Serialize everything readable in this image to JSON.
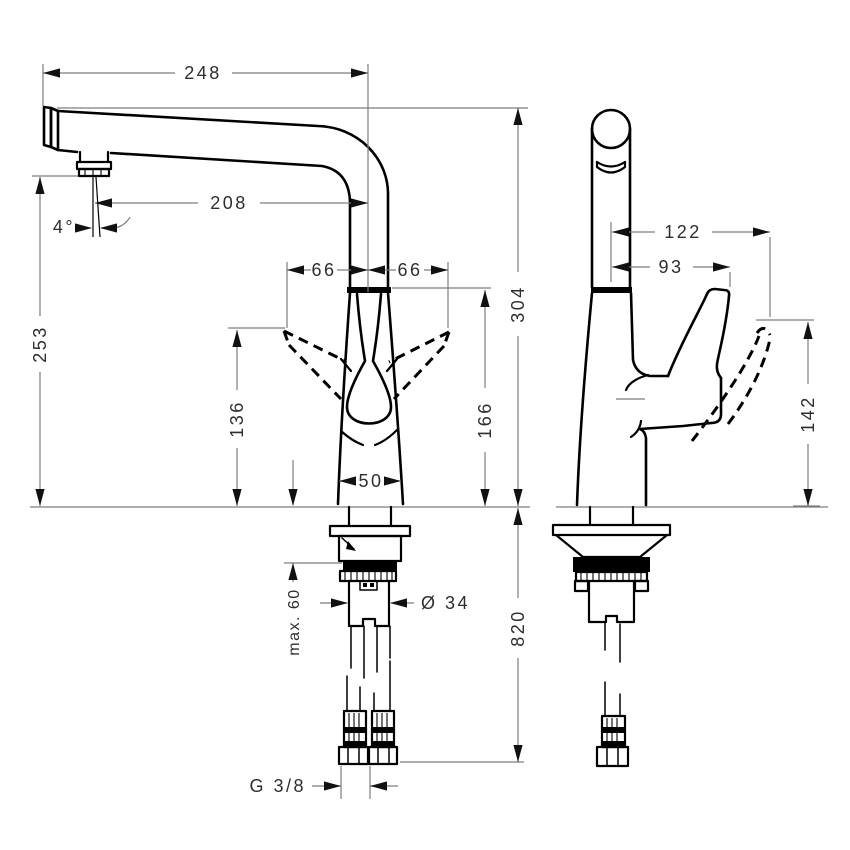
{
  "drawing": {
    "title": "faucet-dimension-drawing",
    "colors": {
      "background": "#ffffff",
      "outline": "#000000",
      "dimension_lines": "#7d7d7d",
      "text": "#2e2e2e"
    },
    "dims": {
      "reach_overall": "248",
      "reach_outlet": "208",
      "outlet_angle": "4°",
      "height_outlet": "253",
      "swing_left": "66",
      "swing_right": "66",
      "height_total": "304",
      "handle_tip_height": "136",
      "body_height": "166",
      "base_width": "50",
      "counter_thickness": "max. 60",
      "hole_diameter": "Ø 34",
      "hose_length": "820",
      "thread": "G 3/8",
      "handle_reach_open": "122",
      "handle_reach": "93",
      "handle_height_side": "142"
    }
  }
}
